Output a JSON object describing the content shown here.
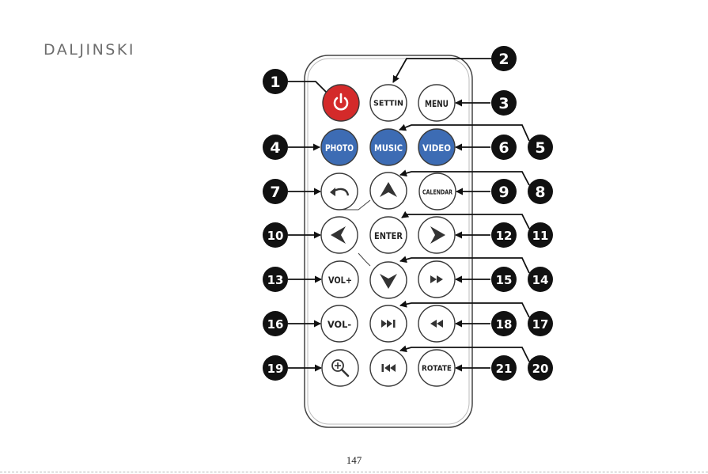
{
  "page": {
    "heading": "DALJINSKI",
    "page_number": "147"
  },
  "colors": {
    "outline": "#3a3a3a",
    "button_fill": "#ffffff",
    "power_red": "#d42a2a",
    "media_blue": "#3d6cb4",
    "callout_black": "#111111"
  },
  "remote": {
    "buttons": [
      {
        "id": "power",
        "label": "",
        "icon": "power-icon",
        "color": "red"
      },
      {
        "id": "settin",
        "label": "SETTIN"
      },
      {
        "id": "menu",
        "label": "MENU"
      },
      {
        "id": "photo",
        "label": "PHOTO",
        "color": "blue"
      },
      {
        "id": "music",
        "label": "MUSIC",
        "color": "blue"
      },
      {
        "id": "video",
        "label": "VIDEO",
        "color": "blue"
      },
      {
        "id": "back",
        "label": "",
        "icon": "back-arrow-icon"
      },
      {
        "id": "up",
        "label": "",
        "icon": "up-arrow-icon"
      },
      {
        "id": "calendar",
        "label": "CALENDAR"
      },
      {
        "id": "left",
        "label": "",
        "icon": "left-arrow-icon"
      },
      {
        "id": "enter",
        "label": "ENTER"
      },
      {
        "id": "right",
        "label": "",
        "icon": "right-arrow-icon"
      },
      {
        "id": "volplus",
        "label": "VOL+"
      },
      {
        "id": "down",
        "label": "",
        "icon": "down-arrow-icon"
      },
      {
        "id": "ff",
        "label": "",
        "icon": "fast-forward-icon"
      },
      {
        "id": "volminus",
        "label": "VOL-"
      },
      {
        "id": "next",
        "label": "",
        "icon": "next-track-icon"
      },
      {
        "id": "rew",
        "label": "",
        "icon": "rewind-icon"
      },
      {
        "id": "zoom",
        "label": "",
        "icon": "zoom-in-icon"
      },
      {
        "id": "prev",
        "label": "",
        "icon": "previous-track-icon"
      },
      {
        "id": "rotate",
        "label": "ROTATE"
      }
    ],
    "callouts": [
      {
        "num": "1",
        "target": "power"
      },
      {
        "num": "2",
        "target": "settin"
      },
      {
        "num": "3",
        "target": "menu"
      },
      {
        "num": "4",
        "target": "photo"
      },
      {
        "num": "5",
        "target": "music"
      },
      {
        "num": "6",
        "target": "video"
      },
      {
        "num": "7",
        "target": "back"
      },
      {
        "num": "8",
        "target": "up"
      },
      {
        "num": "9",
        "target": "calendar"
      },
      {
        "num": "10",
        "target": "left"
      },
      {
        "num": "11",
        "target": "enter"
      },
      {
        "num": "12",
        "target": "right"
      },
      {
        "num": "13",
        "target": "volplus"
      },
      {
        "num": "14",
        "target": "down"
      },
      {
        "num": "15",
        "target": "ff"
      },
      {
        "num": "16",
        "target": "volminus"
      },
      {
        "num": "17",
        "target": "next"
      },
      {
        "num": "18",
        "target": "rew"
      },
      {
        "num": "19",
        "target": "zoom"
      },
      {
        "num": "20",
        "target": "prev"
      },
      {
        "num": "21",
        "target": "rotate"
      }
    ]
  }
}
